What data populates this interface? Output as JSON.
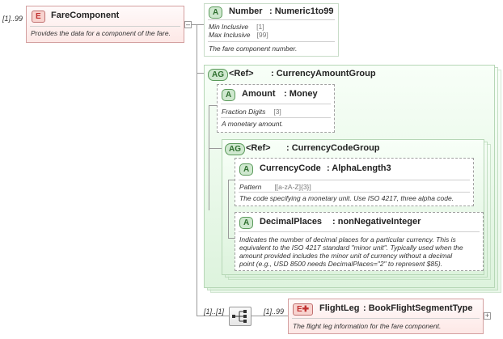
{
  "fare_component": {
    "multiplicity": "[1]..99",
    "badge": "E",
    "name": "FareComponent",
    "doc": "Provides the data for a component of the fare."
  },
  "number_attr": {
    "badge": "A",
    "name": "Number",
    "type": ": Numeric1to99",
    "facets": [
      {
        "label": "Min Inclusive",
        "value": "[1]"
      },
      {
        "label": "Max Inclusive",
        "value": "[99]"
      }
    ],
    "doc": "The fare component number."
  },
  "currency_amount_group": {
    "badge": "AG",
    "ref": "<Ref>",
    "name": ": CurrencyAmountGroup"
  },
  "amount_attr": {
    "badge": "A",
    "name": "Amount",
    "type": ": Money",
    "facets": [
      {
        "label": "Fraction Digits",
        "value": "[3]"
      }
    ],
    "doc": "A monetary amount."
  },
  "currency_code_group": {
    "badge": "AG",
    "ref": "<Ref>",
    "name": ": CurrencyCodeGroup"
  },
  "currency_code_attr": {
    "badge": "A",
    "name": "CurrencyCode",
    "type": ": AlphaLength3",
    "facets": [
      {
        "label": "Pattern",
        "value": "[[a-zA-Z]{3}]"
      }
    ],
    "doc": "The code specifying a monetary unit. Use ISO 4217, three alpha code."
  },
  "decimal_places_attr": {
    "badge": "A",
    "name": "DecimalPlaces",
    "type": ": nonNegativeInteger",
    "doc_lines": [
      "Indicates the number of decimal places for a particular currency. This is",
      "equivalent to the ISO 4217 standard \"minor unit\". Typically used when the",
      "amount provided includes the minor unit of currency without a decimal",
      "point (e.g., USD 8500 needs DecimalPlaces=\"2\" to represent $85)."
    ]
  },
  "sequence": {
    "multiplicity_in": "[1]..[1]",
    "multiplicity_out": "[1]..99"
  },
  "flight_leg": {
    "badge": "E",
    "name": "FlightLeg",
    "type": ": BookFlightSegmentType",
    "doc": "The flight leg information for the fare component."
  }
}
